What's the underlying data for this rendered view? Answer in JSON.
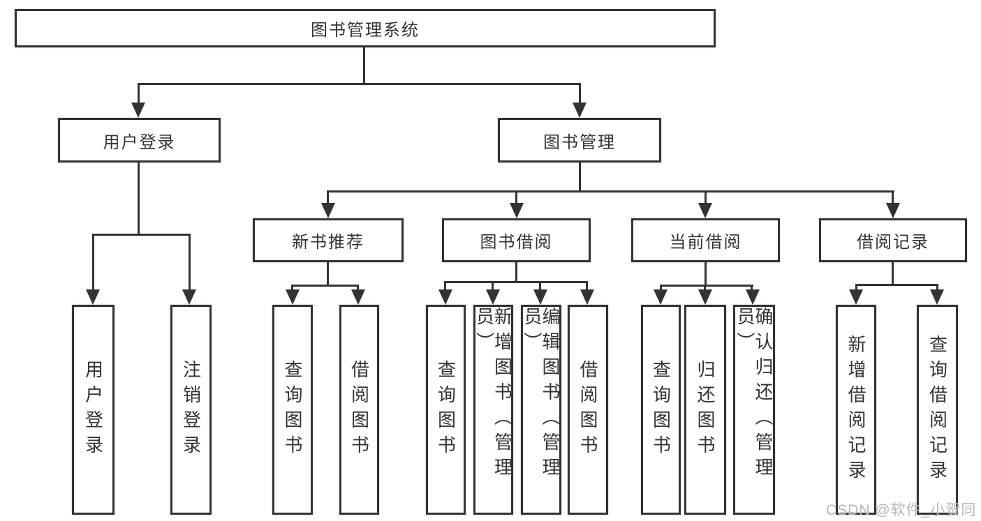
{
  "diagram": {
    "title": "图书管理系统",
    "level2": {
      "user_login": "用户登录",
      "book_mgmt": "图书管理"
    },
    "level3": {
      "new_book": "新书推荐",
      "borrow": "图书借阅",
      "current": "当前借阅",
      "records": "借阅记录"
    },
    "leaves": {
      "user_login_1": "用户登录",
      "user_login_2": "注销登录",
      "new_book_1": "查询图书",
      "new_book_2": "借阅图书",
      "borrow_1": "查询图书",
      "borrow_2": "新增图书（管理员）",
      "borrow_3": "编辑图书（管理员）",
      "borrow_4": "借阅图书",
      "current_1": "查询图书",
      "current_2": "归还图书",
      "current_3": "确认归还（管理员）",
      "records_1": "新增借阅记录",
      "records_2": "查询借阅记录"
    }
  },
  "watermark": {
    "text": "CSDN @软件_小贺同学"
  },
  "colors": {
    "line": "#333333",
    "text": "#333333",
    "watermark": "#b7b7b7",
    "background": "#ffffff"
  }
}
